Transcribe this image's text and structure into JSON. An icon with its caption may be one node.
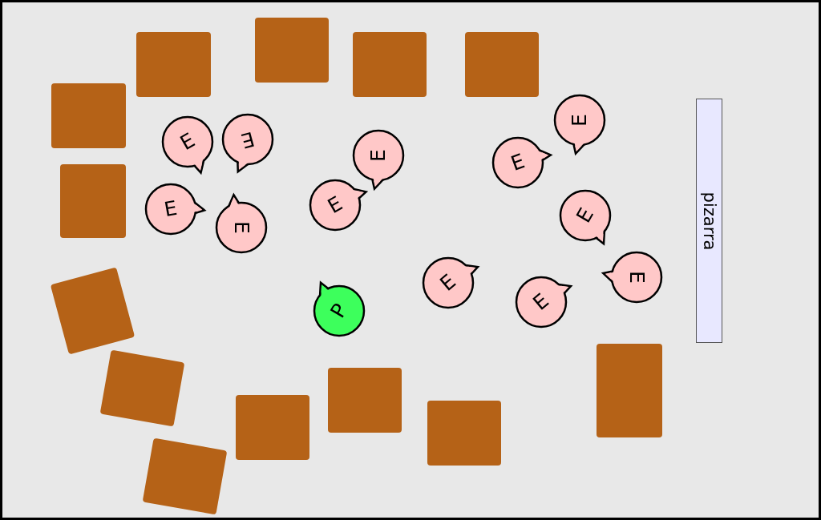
{
  "diagram": {
    "nodes": [
      {
        "text": [],
        "shape": "box"
      },
      {
        "text": [],
        "shape": "box"
      },
      {
        "text": [],
        "shape": "box"
      },
      {
        "text": [],
        "shape": "box"
      },
      {
        "text": [],
        "shape": "box"
      },
      {
        "text": [
          "E"
        ]
      },
      {
        "text": [
          "pizarra"
        ]
      },
      {
        "text": [
          "E"
        ]
      },
      {
        "text": [
          "E"
        ]
      },
      {
        "text": [
          "E"
        ]
      },
      {
        "text": [
          "E"
        ]
      },
      {
        "text": [],
        "shape": "box"
      },
      {
        "text": [
          "E"
        ]
      },
      {
        "text": [
          "E"
        ]
      },
      {
        "text": [
          "E"
        ]
      },
      {
        "text": [
          "E"
        ]
      },
      {
        "text": [
          "E"
        ]
      },
      {
        "text": [
          "E"
        ]
      },
      {
        "text": [],
        "shape": "box"
      },
      {
        "text": [
          "E"
        ]
      },
      {
        "text": [
          "P"
        ]
      },
      {
        "text": [],
        "shape": "box"
      },
      {
        "text": [],
        "shape": "box"
      },
      {
        "text": [],
        "shape": "box"
      },
      {
        "text": [],
        "shape": "box"
      },
      {
        "text": [],
        "shape": "box"
      },
      {
        "text": [],
        "shape": "box"
      }
    ]
  }
}
